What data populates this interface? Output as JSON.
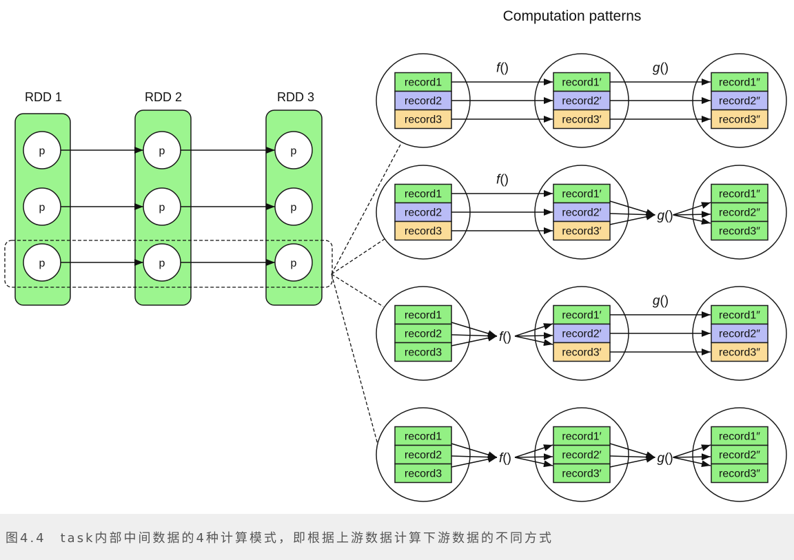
{
  "title": "Computation patterns",
  "rdds": [
    {
      "label": "RDD 1"
    },
    {
      "label": "RDD 2"
    },
    {
      "label": "RDD 3"
    }
  ],
  "partition_label": "p",
  "partitions_per_rdd": 3,
  "highlighted_partition_index": 2,
  "colors": {
    "green": "#93f084",
    "blue": "#b9bcf6",
    "yellow": "#fbdc98",
    "rdd_fill": "#9cf58f",
    "stroke": "#1a1a1a"
  },
  "patterns": [
    {
      "functions": [
        {
          "name": "f",
          "args": "()",
          "mode": "one-to-one"
        },
        {
          "name": "g",
          "args": "()",
          "mode": "one-to-one"
        }
      ],
      "stages": [
        [
          {
            "label": "record1",
            "color": "green"
          },
          {
            "label": "record2",
            "color": "blue"
          },
          {
            "label": "record3",
            "color": "yellow"
          }
        ],
        [
          {
            "label": "record1′",
            "color": "green"
          },
          {
            "label": "record2′",
            "color": "blue"
          },
          {
            "label": "record3′",
            "color": "yellow"
          }
        ],
        [
          {
            "label": "record1″",
            "color": "green"
          },
          {
            "label": "record2″",
            "color": "blue"
          },
          {
            "label": "record3″",
            "color": "yellow"
          }
        ]
      ]
    },
    {
      "functions": [
        {
          "name": "f",
          "args": "()",
          "mode": "one-to-one"
        },
        {
          "name": "g",
          "args": "()",
          "mode": "many-to-many"
        }
      ],
      "stages": [
        [
          {
            "label": "record1",
            "color": "green"
          },
          {
            "label": "record2",
            "color": "blue"
          },
          {
            "label": "record3",
            "color": "yellow"
          }
        ],
        [
          {
            "label": "record1′",
            "color": "green"
          },
          {
            "label": "record2′",
            "color": "blue"
          },
          {
            "label": "record3′",
            "color": "yellow"
          }
        ],
        [
          {
            "label": "record1″",
            "color": "green"
          },
          {
            "label": "record2″",
            "color": "green"
          },
          {
            "label": "record3″",
            "color": "green"
          }
        ]
      ]
    },
    {
      "functions": [
        {
          "name": "f",
          "args": "()",
          "mode": "many-to-many"
        },
        {
          "name": "g",
          "args": "()",
          "mode": "one-to-one"
        }
      ],
      "stages": [
        [
          {
            "label": "record1",
            "color": "green"
          },
          {
            "label": "record2",
            "color": "green"
          },
          {
            "label": "record3",
            "color": "green"
          }
        ],
        [
          {
            "label": "record1′",
            "color": "green"
          },
          {
            "label": "record2′",
            "color": "blue"
          },
          {
            "label": "record3′",
            "color": "yellow"
          }
        ],
        [
          {
            "label": "record1″",
            "color": "green"
          },
          {
            "label": "record2″",
            "color": "blue"
          },
          {
            "label": "record3″",
            "color": "yellow"
          }
        ]
      ]
    },
    {
      "functions": [
        {
          "name": "f",
          "args": "()",
          "mode": "many-to-many"
        },
        {
          "name": "g",
          "args": "()",
          "mode": "many-to-many"
        }
      ],
      "stages": [
        [
          {
            "label": "record1",
            "color": "green"
          },
          {
            "label": "record2",
            "color": "green"
          },
          {
            "label": "record3",
            "color": "green"
          }
        ],
        [
          {
            "label": "record1′",
            "color": "green"
          },
          {
            "label": "record2′",
            "color": "green"
          },
          {
            "label": "record3′",
            "color": "green"
          }
        ],
        [
          {
            "label": "record1″",
            "color": "green"
          },
          {
            "label": "record2″",
            "color": "green"
          },
          {
            "label": "record3″",
            "color": "green"
          }
        ]
      ]
    }
  ],
  "caption": "图4.4　task内部中间数据的4种计算模式，即根据上游数据计算下游数据的不同方式"
}
